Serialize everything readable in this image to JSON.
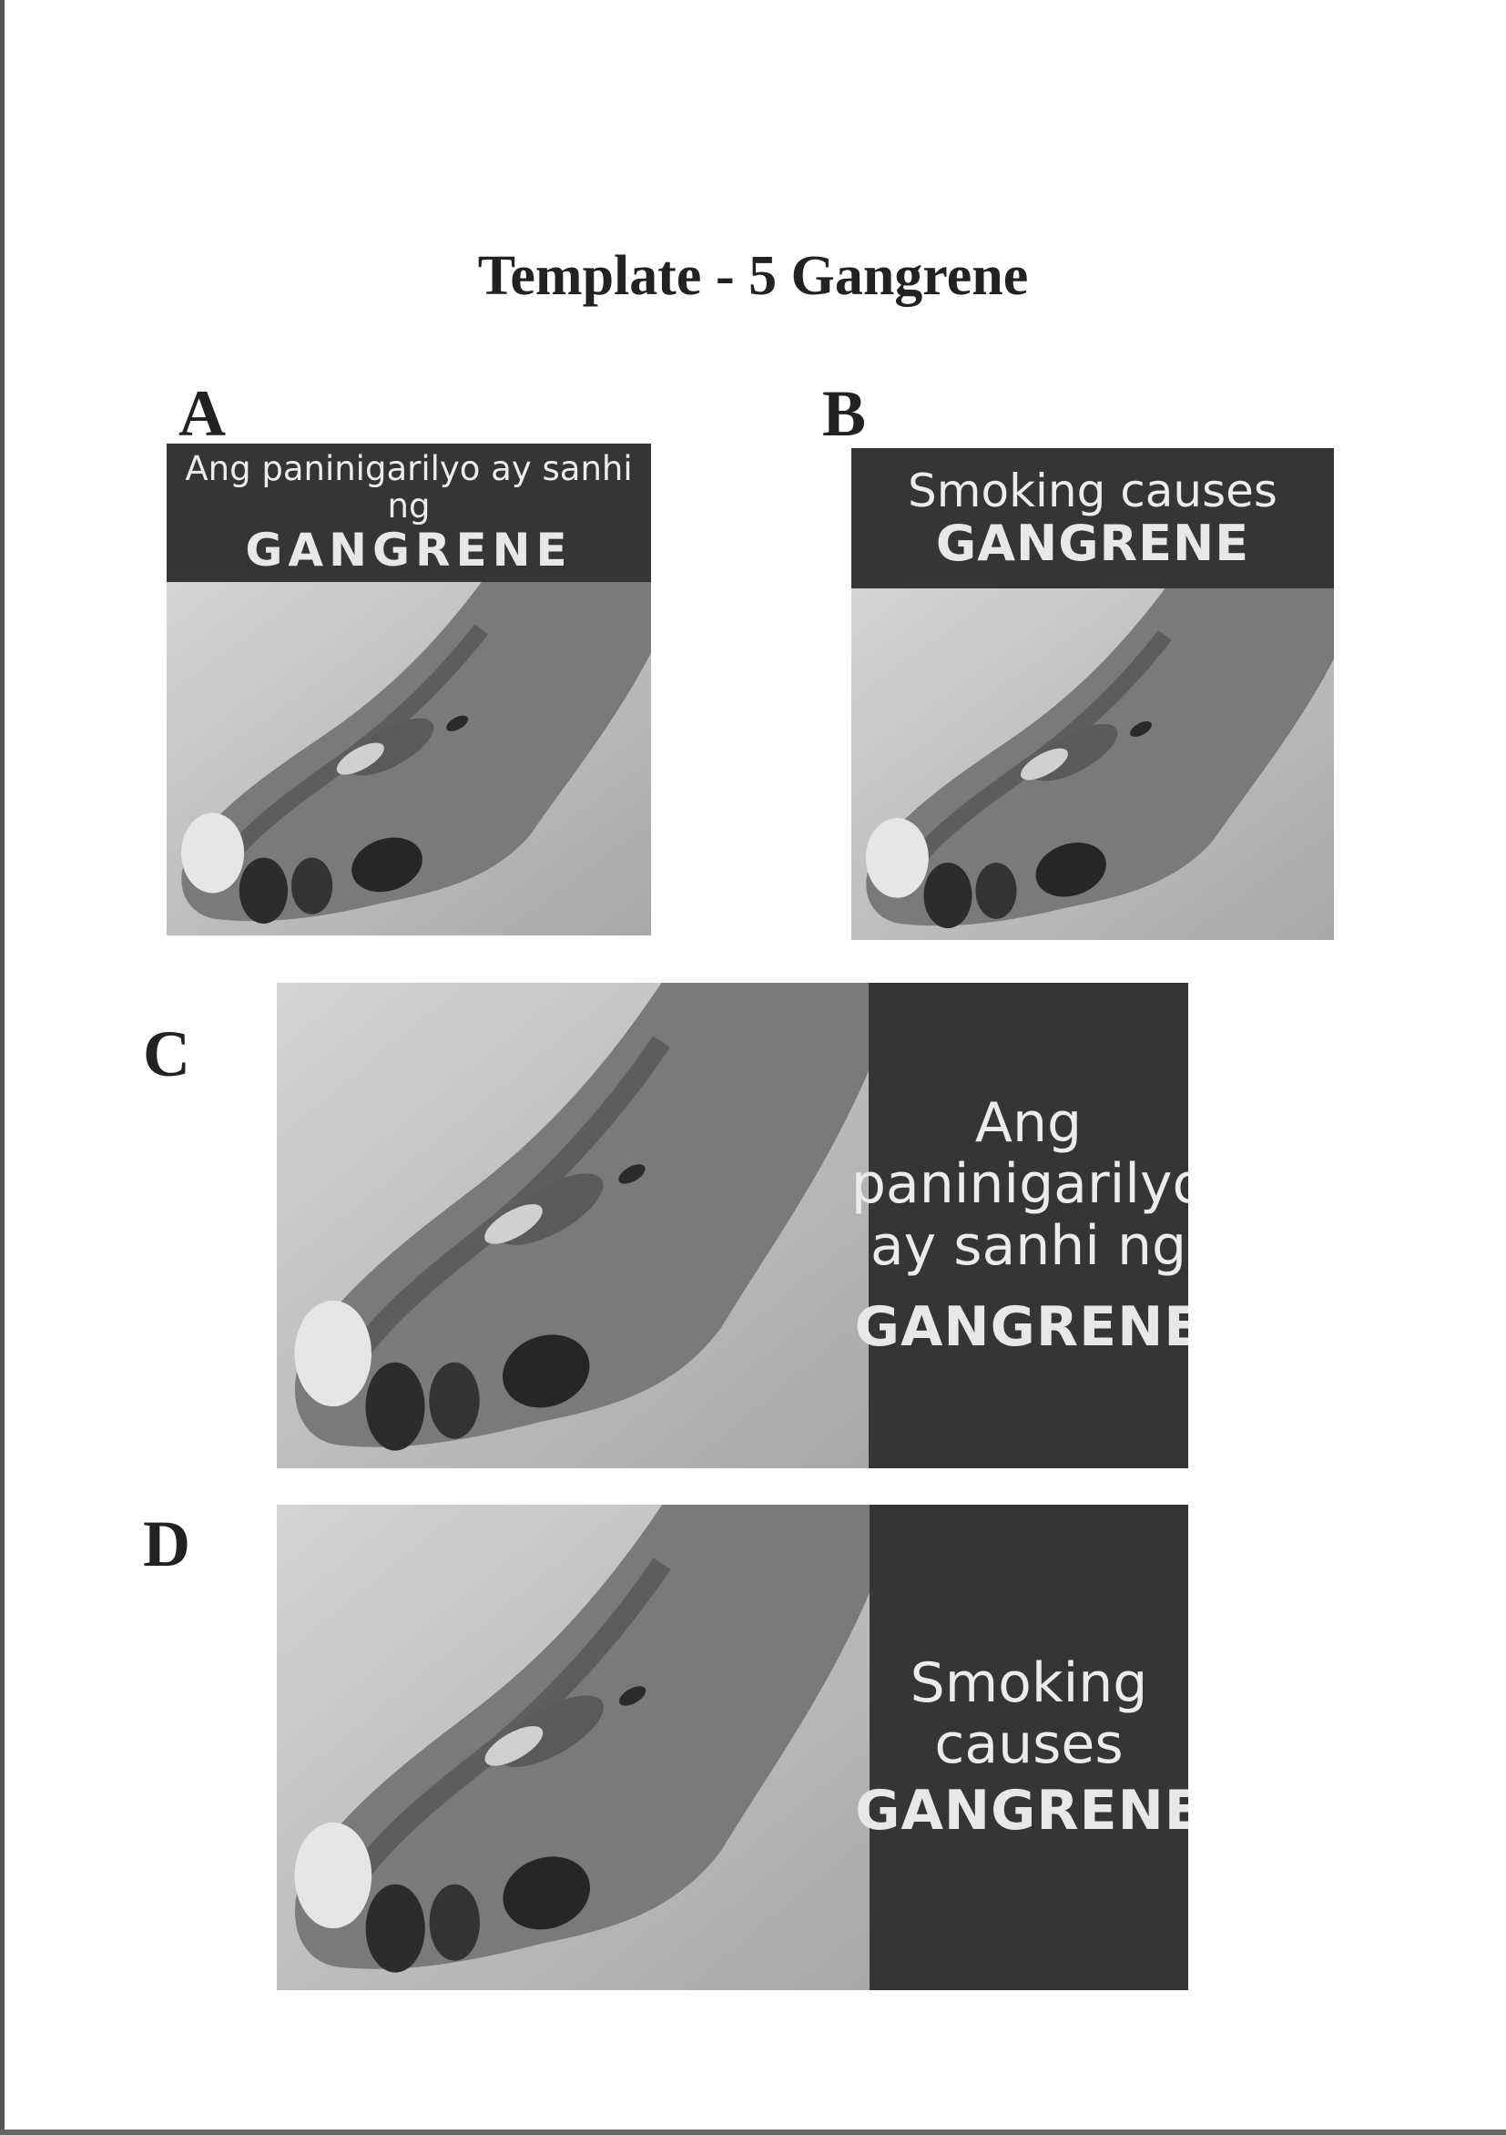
{
  "page": {
    "title": "Template - 5 Gangrene"
  },
  "panels": {
    "a": {
      "letter": "A",
      "line1": "Ang paninigarilyo ay sanhi ng",
      "line2": "GANGRENE"
    },
    "b": {
      "letter": "B",
      "line1": "Smoking causes",
      "line2": "GANGRENE"
    },
    "c": {
      "letter": "C",
      "line1": "Ang",
      "line2": "paninigarilyo",
      "line3": "ay sanhi ng",
      "line4": "GANGRENE"
    },
    "d": {
      "letter": "D",
      "line1": "Smoking",
      "line2": "causes",
      "line3": "GANGRENE"
    }
  },
  "colors": {
    "banner": "#353535",
    "banner_text": "#ececec"
  }
}
